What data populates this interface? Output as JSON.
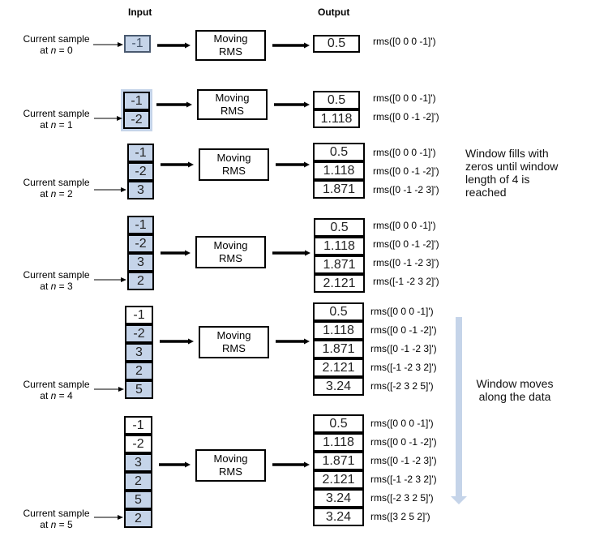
{
  "headers": {
    "input": "Input",
    "output": "Output"
  },
  "block_label_line1": "Moving",
  "block_label_line2": "RMS",
  "current_sample_text": "Current sample",
  "at_text": "at",
  "n_symbol": "n",
  "equals_text": "=",
  "colors": {
    "window_fill": "#c5d4e9",
    "border": "#000000",
    "arrow_moves": "#c5d4e9"
  },
  "window_length": 4,
  "stages": [
    {
      "n": 0,
      "input": [
        "-1"
      ],
      "highlighted": [
        true
      ],
      "outputs": [
        "0.5"
      ],
      "exprs": [
        "rms([0 0 0 -1]')"
      ]
    },
    {
      "n": 1,
      "input": [
        "-1",
        "-2"
      ],
      "highlighted": [
        true,
        true
      ],
      "outputs": [
        "0.5",
        "1.118"
      ],
      "exprs": [
        "rms([0 0 0 -1]')",
        "rms([0 0 -1 -2]')"
      ]
    },
    {
      "n": 2,
      "input": [
        "-1",
        "-2",
        "3"
      ],
      "highlighted": [
        true,
        true,
        true
      ],
      "outputs": [
        "0.5",
        "1.118",
        "1.871"
      ],
      "exprs": [
        "rms([0 0 0 -1]')",
        "rms([0 0 -1 -2]')",
        "rms([0 -1 -2 3]')"
      ]
    },
    {
      "n": 3,
      "input": [
        "-1",
        "-2",
        "3",
        "2"
      ],
      "highlighted": [
        true,
        true,
        true,
        true
      ],
      "outputs": [
        "0.5",
        "1.118",
        "1.871",
        "2.121"
      ],
      "exprs": [
        "rms([0 0 0 -1]')",
        "rms([0 0 -1 -2]')",
        "rms([0 -1 -2 3]')",
        "rms([-1 -2 3 2]')"
      ]
    },
    {
      "n": 4,
      "input": [
        "-1",
        "-2",
        "3",
        "2",
        "5"
      ],
      "highlighted": [
        false,
        true,
        true,
        true,
        true
      ],
      "outputs": [
        "0.5",
        "1.118",
        "1.871",
        "2.121",
        "3.24"
      ],
      "exprs": [
        "rms([0 0 0 -1]')",
        "rms([0 0 -1 -2]')",
        "rms([0 -1 -2 3]')",
        "rms([-1 -2 3 2]')",
        "rms([-2 3 2 5]')"
      ]
    },
    {
      "n": 5,
      "input": [
        "-1",
        "-2",
        "3",
        "2",
        "5",
        "2"
      ],
      "highlighted": [
        false,
        false,
        true,
        true,
        true,
        true
      ],
      "outputs": [
        "0.5",
        "1.118",
        "1.871",
        "2.121",
        "3.24",
        "3.24"
      ],
      "exprs": [
        "rms([0 0 0 -1]')",
        "rms([0 0 -1 -2]')",
        "rms([0 -1 -2 3]')",
        "rms([-1 -2 3 2]')",
        "rms([-2 3 2 5]')",
        "rms([3 2 5 2]')"
      ]
    }
  ],
  "notes": {
    "fill": "Window fills with zeros until window length of 4 is reached",
    "moves": "Window moves along the data"
  }
}
